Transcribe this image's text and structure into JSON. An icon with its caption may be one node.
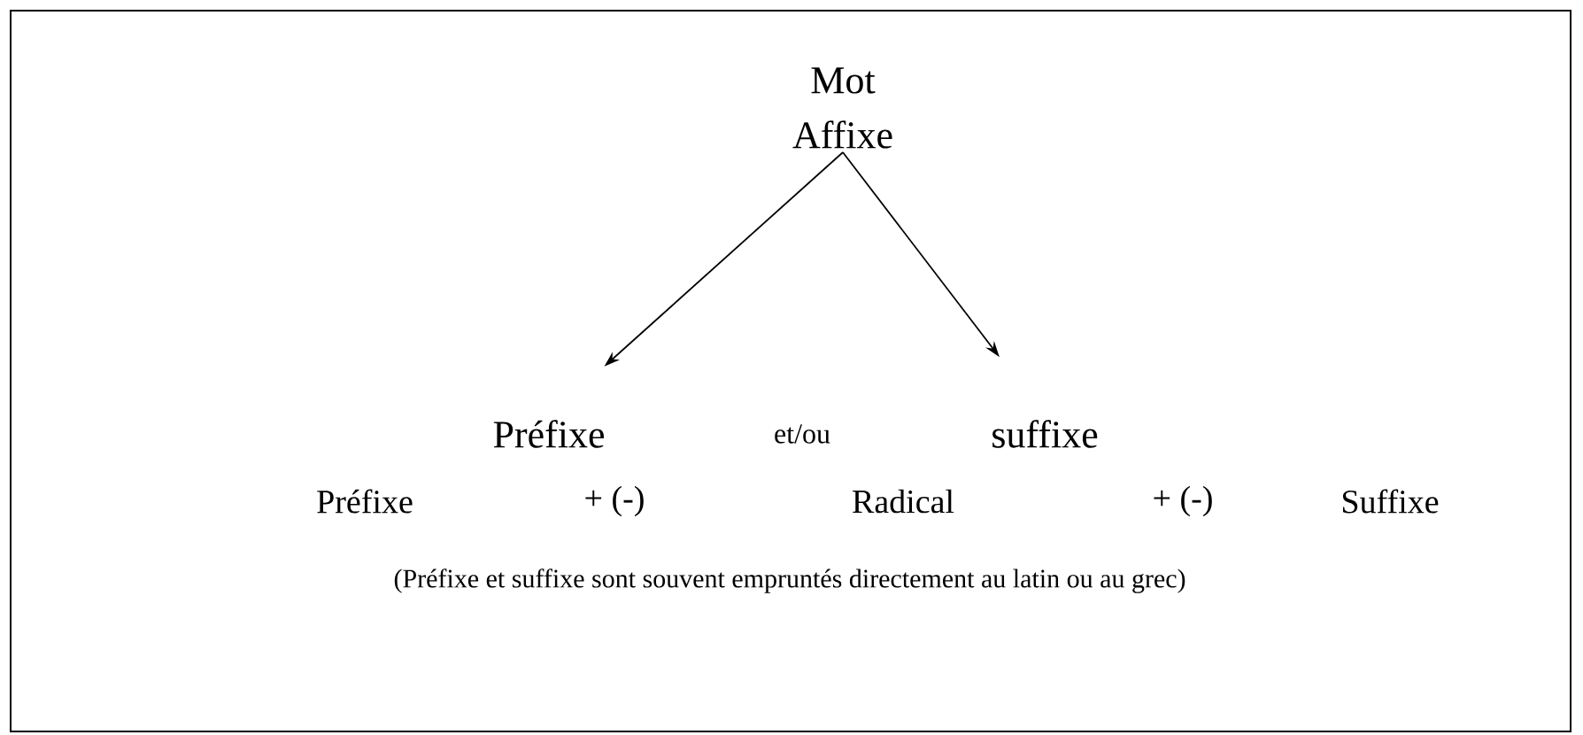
{
  "diagram": {
    "nodes": [
      {
        "text": [
          "Mot Affixe"
        ]
      },
      {
        "text": [
          "Préfixe"
        ]
      },
      {
        "text": [
          "suffixe"
        ]
      }
    ],
    "edges": [
      {
        "from": 0,
        "to": 1,
        "arrow": "to"
      },
      {
        "from": 0,
        "to": 2,
        "arrow": "to"
      }
    ],
    "labels": [
      "et/ou",
      "Préfixe",
      "+ (-)",
      "Radical",
      "+ (-)",
      "Suffixe",
      "(Préfixe et suffixe sont souvent empruntés directement au latin ou au grec)"
    ]
  }
}
